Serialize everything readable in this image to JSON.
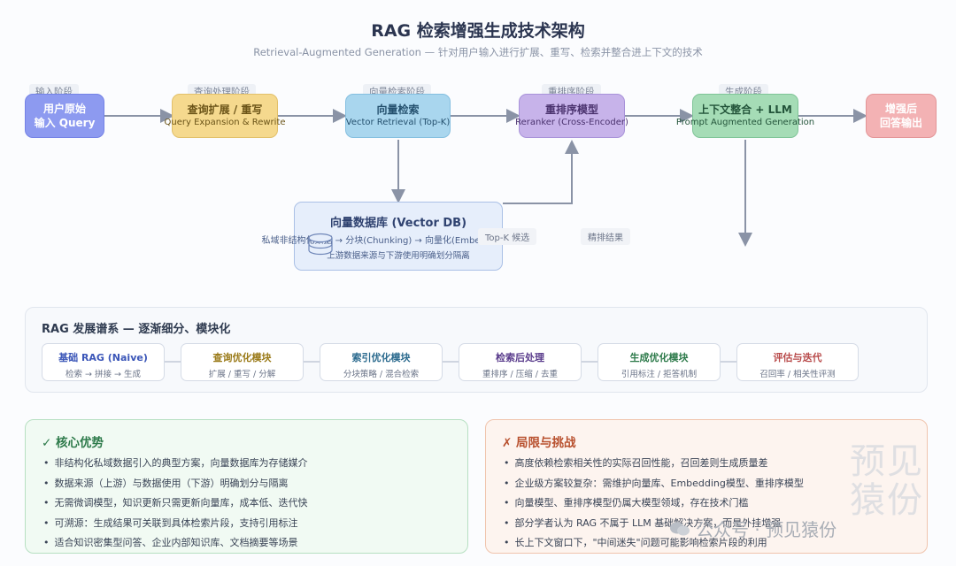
{
  "header": {
    "title": "RAG 检索增强生成技术架构",
    "subtitle": "Retrieval-Augmented Generation — 针对用户输入进行扩展、重写、检索并整合进上下文的技术"
  },
  "flow": {
    "stages": [
      "输入阶段",
      "查询处理阶段",
      "向量检索阶段",
      "重排序阶段",
      "生成阶段"
    ],
    "nodes": [
      {
        "title": "用户原始",
        "sub": "输入 Query"
      },
      {
        "title": "查询扩展 / 重写",
        "sub": "Query Expansion & Rewrite"
      },
      {
        "title": "向量检索",
        "sub": "Vector Retrieval (Top-K)"
      },
      {
        "title": "重排序模型",
        "sub": "Reranker (Cross-Encoder)"
      },
      {
        "title": "上下文整合 + LLM",
        "sub": "Prompt Augmented Generation"
      },
      {
        "title": "增强后",
        "sub": "回答输出"
      }
    ],
    "vector_db": {
      "title": "向量数据库 (Vector DB)",
      "line1": "私域非结构化数据 → 分块(Chunking) → 向量化(Embedding)",
      "line2": "上游数据来源与下游使用明确划分隔离"
    },
    "tags": {
      "topk": "Top-K 候选",
      "refined": "精排结果"
    }
  },
  "lineage": {
    "title": "RAG 发展谱系 — 逐渐细分、模块化",
    "cards": [
      {
        "title": "基础 RAG (Naive)",
        "sub": "检索 → 拼接 → 生成",
        "color": "#3b56b8"
      },
      {
        "title": "查询优化模块",
        "sub": "扩展 / 重写 / 分解",
        "color": "#9a7a18"
      },
      {
        "title": "索引优化模块",
        "sub": "分块策略 / 混合检索",
        "color": "#2b6a8e"
      },
      {
        "title": "检索后处理",
        "sub": "重排序 / 压缩 / 去重",
        "color": "#5a3c8c"
      },
      {
        "title": "生成优化模块",
        "sub": "引用标注 / 拒答机制",
        "color": "#2d7a4a"
      },
      {
        "title": "评估与迭代",
        "sub": "召回率 / 相关性评测",
        "color": "#b84a4a"
      }
    ]
  },
  "advantages": {
    "title": "✓ 核心优势",
    "items": [
      "非结构化私域数据引入的典型方案，向量数据库为存储媒介",
      "数据来源（上游）与数据使用（下游）明确划分与隔离",
      "无需微调模型，知识更新只需更新向量库，成本低、迭代快",
      "可溯源：生成结果可关联到具体检索片段，支持引用标注",
      "适合知识密集型问答、企业内部知识库、文档摘要等场景"
    ]
  },
  "limitations": {
    "title": "✗ 局限与挑战",
    "items": [
      "高度依赖检索相关性的实际召回性能，召回差则生成质量差",
      "企业级方案较复杂：需维护向量库、Embedding模型、重排序模型",
      "向量模型、重排序模型仍属大模型领域，存在技术门槛",
      "部分学者认为 RAG 不属于 LLM 基础解决方案，而是外挂增强",
      "长上下文窗口下，\"中间迷失\"问题可能影响检索片段的利用"
    ]
  },
  "watermark": {
    "text": "公众号 · 预见猿份",
    "big": "预见猿份"
  },
  "colors": {
    "arrow": "#8a93a6",
    "adv_title": "#2d7a4a",
    "lim_title": "#b8502e"
  }
}
